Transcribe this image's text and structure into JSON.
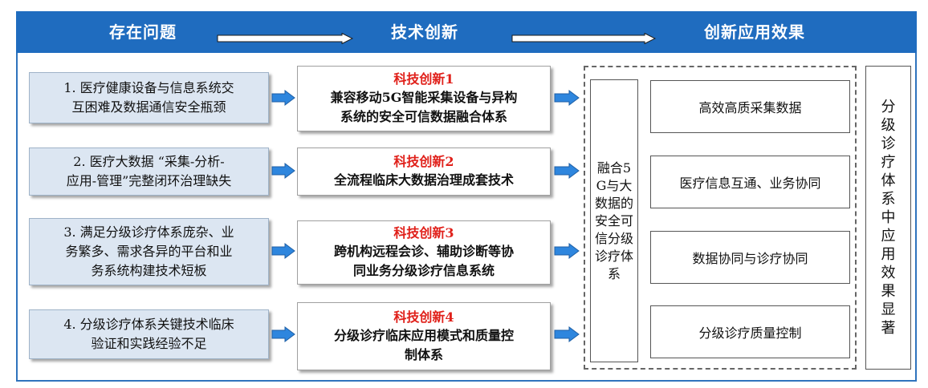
{
  "header": {
    "stage1": "存在问题",
    "stage2": "技术创新",
    "stage3": "创新应用效果"
  },
  "problems": [
    "1.  医疗健康设备与信息系统交\n互困难及数据通信安全瓶颈",
    "2.  医疗大数据 “采集-分析-\n应用-管理”完整闭环治理缺失",
    "3.  满足分级诊疗体系庞杂、业\n务繁多、需求各异的平台和业\n务系统构建技术短板",
    "4. 分级诊疗体系关键技术临床\n验证和实践经验不足"
  ],
  "innovations": [
    {
      "title": "科技创新1",
      "body": "兼容移动5G智能采集设备与异构\n系统的安全可信数据融合体系"
    },
    {
      "title": "科技创新2",
      "body": "全流程临床大数据治理成套技术"
    },
    {
      "title": "科技创新3",
      "body": "跨机构远程会诊、辅助诊断等协\n同业务分级诊疗信息系统"
    },
    {
      "title": "科技创新4",
      "body": "分级诊疗临床应用模式和质量控\n制体系"
    }
  ],
  "fusion": "融合5G与大数据的安全可信分级诊疗体系",
  "effects": [
    "高效高质采集数据",
    "医疗信息互通、业务协同",
    "数据协同与诊疗协同",
    "分级诊疗质量控制"
  ],
  "summary": "分级诊疗体系中应用效果显著",
  "colors": {
    "header": "#1f6cbf",
    "problem_fill": "#dce6f2",
    "innovation_title": "#e0201a",
    "arrow": "#2e86de"
  }
}
